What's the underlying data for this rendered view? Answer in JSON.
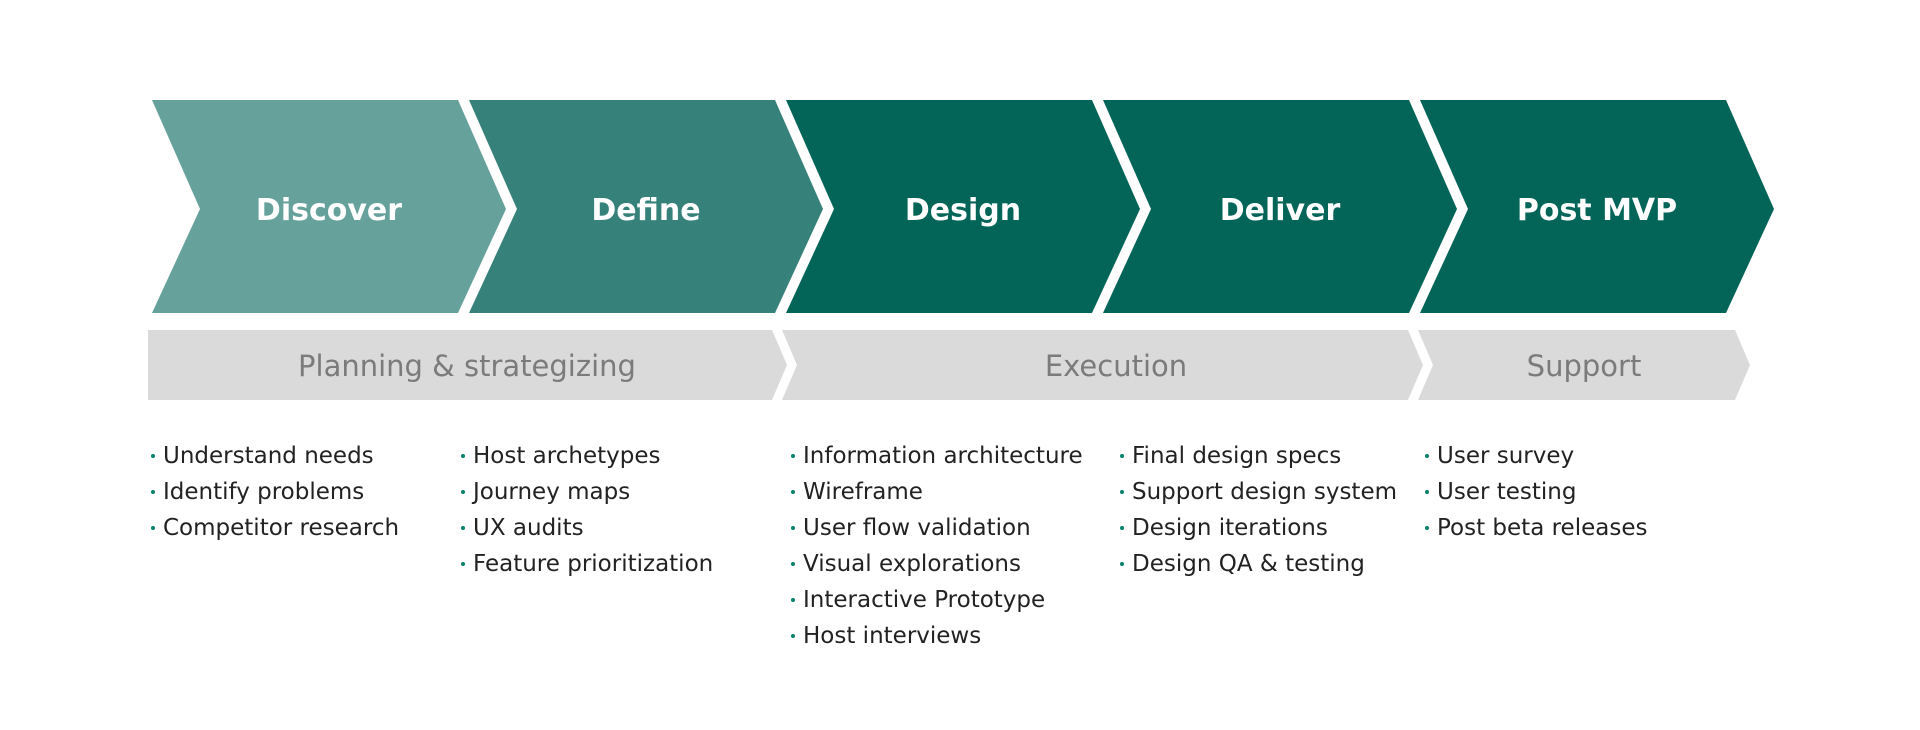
{
  "colors": {
    "phase_light": "#66a29b",
    "phase_mid": "#36827a",
    "phase_dark": "#036458",
    "stage_fill": "#dadada",
    "bullet": "#06826b"
  },
  "phases": [
    {
      "label": "Discover",
      "color": "#66a29b"
    },
    {
      "label": "Define",
      "color": "#36827a"
    },
    {
      "label": "Design",
      "color": "#036458"
    },
    {
      "label": "Deliver",
      "color": "#036458"
    },
    {
      "label": "Post MVP",
      "color": "#036458"
    }
  ],
  "stages": [
    {
      "label": "Planning & strategizing"
    },
    {
      "label": "Execution"
    },
    {
      "label": "Support"
    }
  ],
  "task_columns": [
    {
      "items": [
        "Understand needs",
        "Identify problems",
        "Competitor research"
      ]
    },
    {
      "items": [
        "Host archetypes",
        "Journey maps",
        "UX audits",
        "Feature prioritization"
      ]
    },
    {
      "items": [
        "Information architecture",
        "Wireframe",
        "User flow validation",
        "Visual explorations",
        "Interactive Prototype",
        "Host interviews"
      ]
    },
    {
      "items": [
        "Final design specs",
        "Support design system",
        "Design iterations",
        "Design QA & testing"
      ]
    },
    {
      "items": [
        "User survey",
        "User testing",
        "Post beta releases"
      ]
    }
  ]
}
